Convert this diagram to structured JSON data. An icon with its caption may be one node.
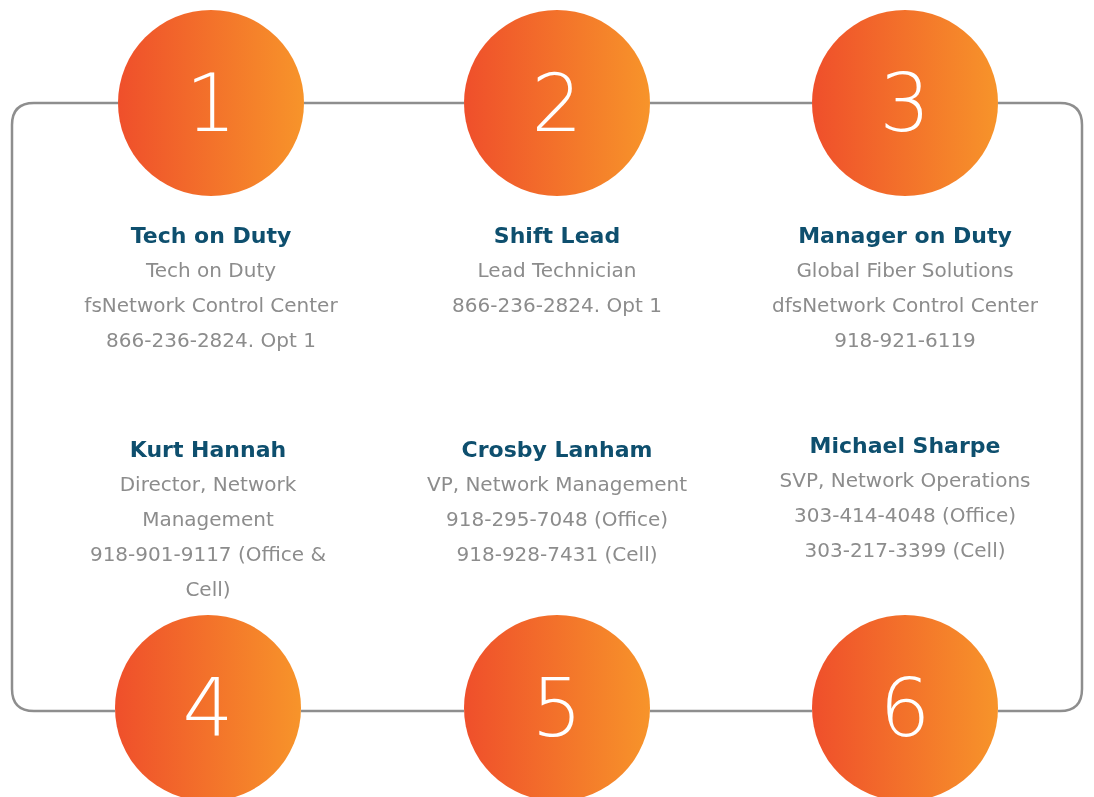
{
  "diagram": {
    "nodes": [
      {
        "text": [
          "1"
        ],
        "beside": [
          "Tech on Duty",
          "Tech on Duty",
          "fsNetwork Control Center",
          "866-236-2824. Opt 1"
        ]
      },
      {
        "text": [
          "2"
        ],
        "beside": [
          "Shift Lead",
          "Lead Technician",
          "866-236-2824. Opt 1"
        ]
      },
      {
        "text": [
          "3"
        ],
        "beside": [
          "Manager on Duty",
          "Global Fiber Solutions",
          "dfsNetwork Control Center",
          "918-921-6119"
        ]
      },
      {
        "text": [
          "4"
        ],
        "beside": [
          "Kurt Hannah",
          "Director, Network Management",
          "918-901-9117 (Office & Cell)"
        ]
      },
      {
        "text": [
          "5"
        ],
        "beside": [
          "Crosby Lanham",
          "VP, Network Management",
          "918-295-7048 (Office)",
          "918-928-7431 (Cell)"
        ]
      },
      {
        "text": [
          "6"
        ],
        "beside": [
          "Michael Sharpe",
          "SVP, Network Operations",
          "303-414-4048 (Office)",
          "303-217-3399 (Cell)"
        ]
      }
    ],
    "edges": [
      {
        "from": 0,
        "to": 1,
        "arrow": "none"
      },
      {
        "from": 1,
        "to": 2,
        "arrow": "none"
      },
      {
        "from": 2,
        "to": 5,
        "arrow": "none"
      },
      {
        "from": 5,
        "to": 4,
        "arrow": "none"
      },
      {
        "from": 4,
        "to": 3,
        "arrow": "none"
      },
      {
        "from": 3,
        "to": 0,
        "arrow": "none"
      }
    ]
  }
}
